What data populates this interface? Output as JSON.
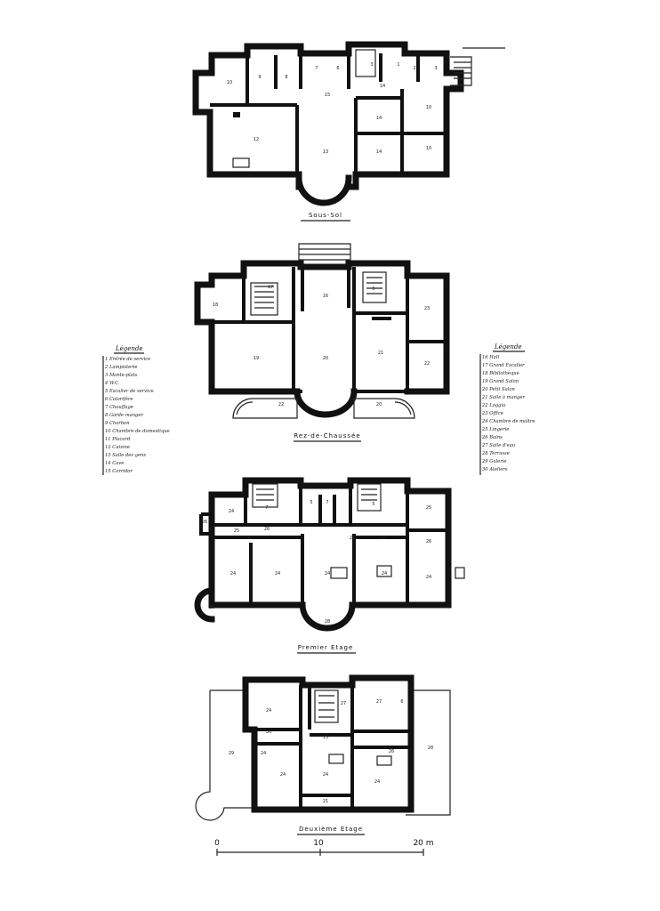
{
  "floors": {
    "sous_sol": {
      "caption": "Sous-Sol"
    },
    "rez": {
      "caption": "Rez-de-Chaussée"
    },
    "premier": {
      "caption": "Premier Etage"
    },
    "deuxieme": {
      "caption": "Deuxième Etage"
    }
  },
  "legend_left": {
    "title": "Légende",
    "items": [
      "1 Entrée de service",
      "2 Lampisterie",
      "3 Monte-plats",
      "4 W.C.",
      "5 Escalier de service",
      "6 Calorifère",
      "7 Chauffage",
      "8 Garde manger",
      "9 Charbon",
      "10 Chambre de domestique",
      "11 Placard",
      "12 Cuisine",
      "13 Salle des gens",
      "14 Cave",
      "15 Corridor"
    ]
  },
  "legend_right": {
    "title": "Légende",
    "items": [
      "16 Hall",
      "17 Grand Escalier",
      "18 Bibliothèque",
      "19 Grand Salon",
      "20 Petit Salon",
      "21 Salle à manger",
      "22 Loggia",
      "23 Office",
      "24 Chambre de maître",
      "25 Lingerie",
      "26 Bains",
      "27 Salle d'eau",
      "28 Terrasse",
      "29 Galerie",
      "30 Ateliers"
    ]
  },
  "scale": {
    "ticks": [
      "0",
      "10",
      "20 m"
    ]
  }
}
